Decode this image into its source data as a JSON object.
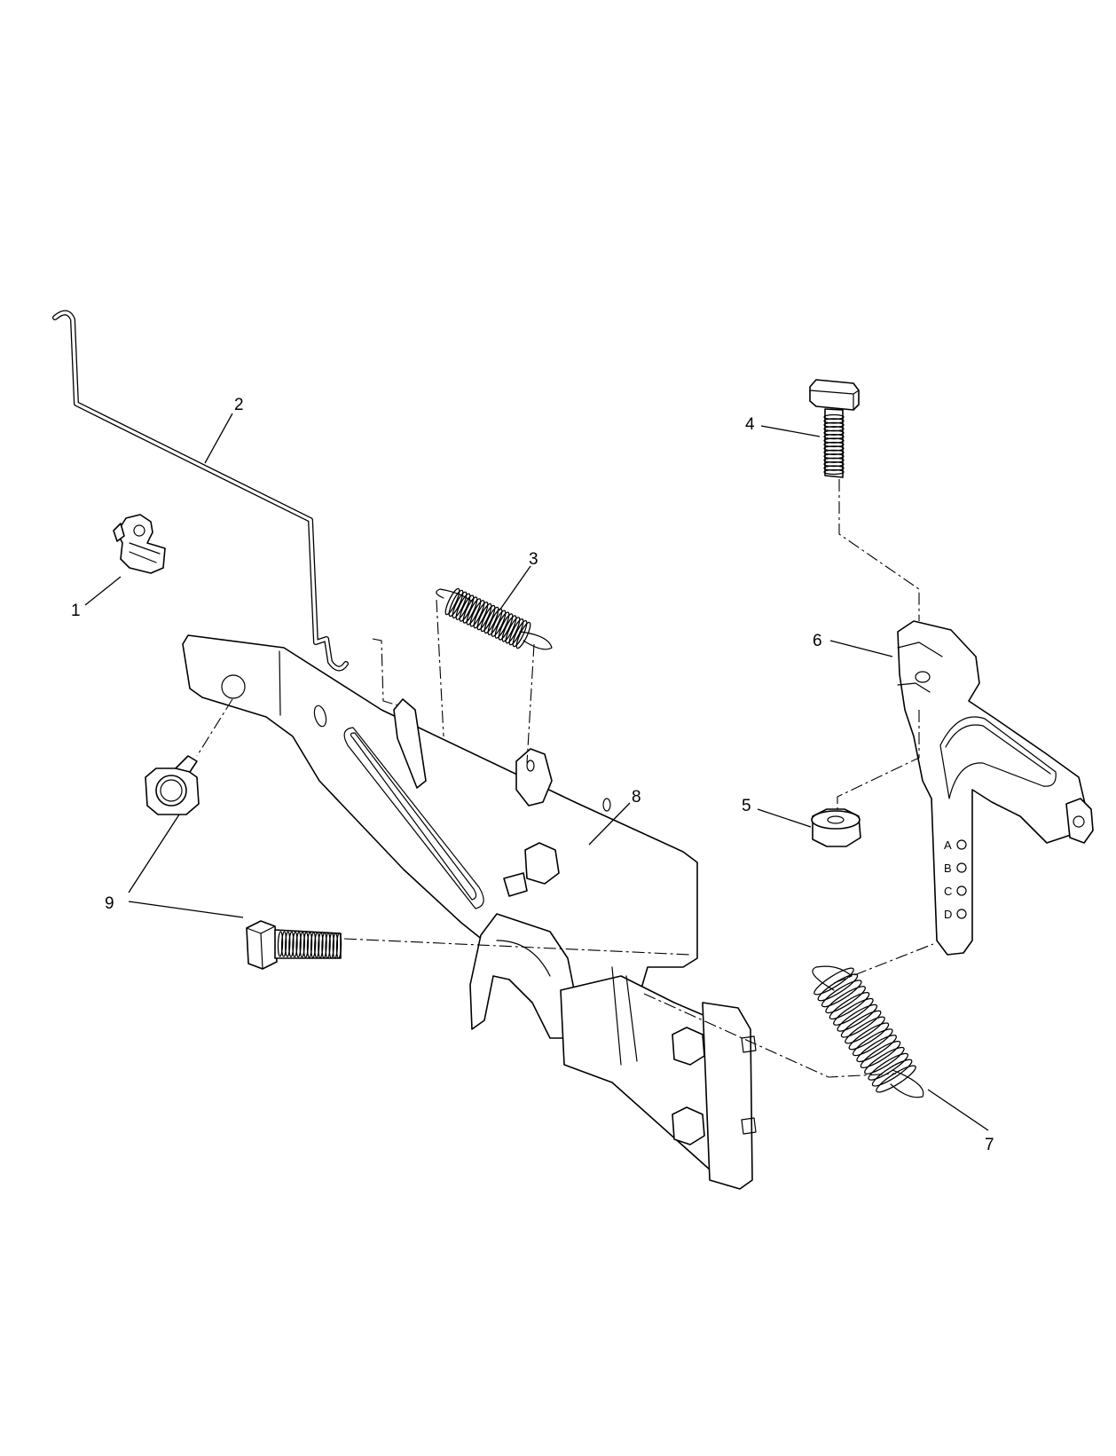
{
  "callouts": [
    {
      "id": "1",
      "label": "1"
    },
    {
      "id": "2",
      "label": "2"
    },
    {
      "id": "3",
      "label": "3"
    },
    {
      "id": "4",
      "label": "4"
    },
    {
      "id": "5",
      "label": "5"
    },
    {
      "id": "6",
      "label": "6"
    },
    {
      "id": "7",
      "label": "7"
    },
    {
      "id": "8",
      "label": "8"
    },
    {
      "id": "9",
      "label": "9"
    }
  ],
  "hole_letters": [
    "A",
    "B",
    "C",
    "D"
  ]
}
